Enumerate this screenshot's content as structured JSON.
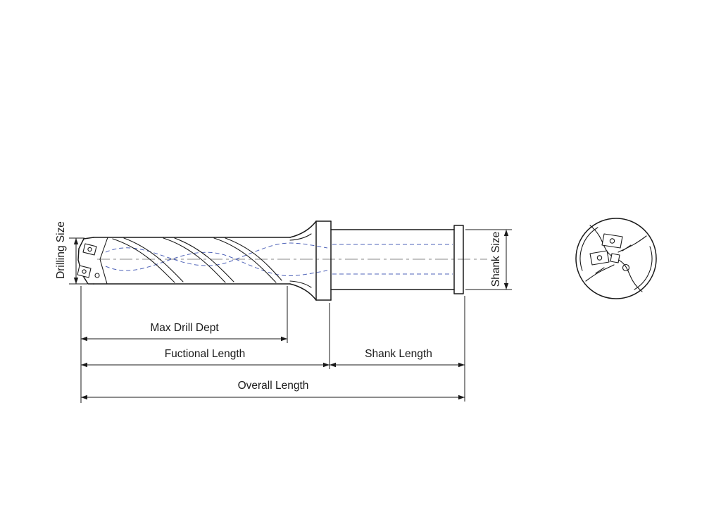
{
  "diagram": {
    "labels": {
      "drilling_size": "Drilling Size",
      "shank_size": "Shank Size",
      "max_drill_depth": "Max Drill Dept",
      "functional_length": "Fuctional Length",
      "shank_length": "Shank Length",
      "overall_length": "Overall Length"
    },
    "colors": {
      "outline": "#1a1a1a",
      "hidden": "#4f63b8",
      "centerline": "#8a8a8a",
      "background": "#ffffff"
    }
  }
}
